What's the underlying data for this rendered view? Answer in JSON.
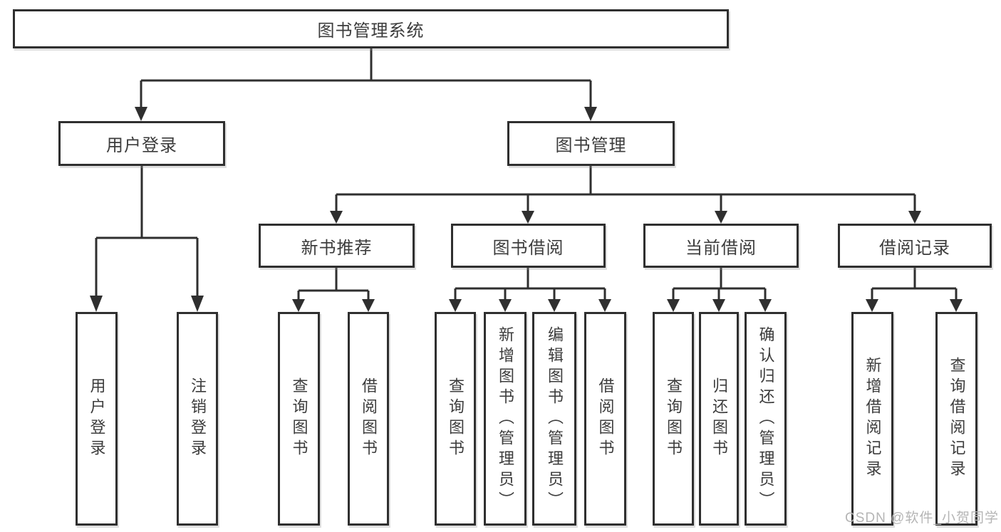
{
  "root": {
    "label": "图书管理系统"
  },
  "level2": [
    {
      "label": "用户登录",
      "children": [
        "用户登录",
        "注销登录"
      ]
    },
    {
      "label": "图书管理"
    }
  ],
  "modules": [
    {
      "label": "新书推荐",
      "children": [
        "查询图书",
        "借阅图书"
      ]
    },
    {
      "label": "图书借阅",
      "children": [
        "查询图书",
        "新增图书（管理员）",
        "编辑图书（管理员）",
        "借阅图书"
      ]
    },
    {
      "label": "当前借阅",
      "children": [
        "查询图书",
        "归还图书",
        "确认归还（管理员）"
      ]
    },
    {
      "label": "借阅记录",
      "children": [
        "新增借阅记录",
        "查询借阅记录"
      ]
    }
  ],
  "watermark": "CSDN @软件_小贺同学",
  "colors": {
    "line": "#2f2f2f",
    "text": "#3c3c3c",
    "watermark": "#b5b5b5",
    "background": "#ffffff"
  }
}
